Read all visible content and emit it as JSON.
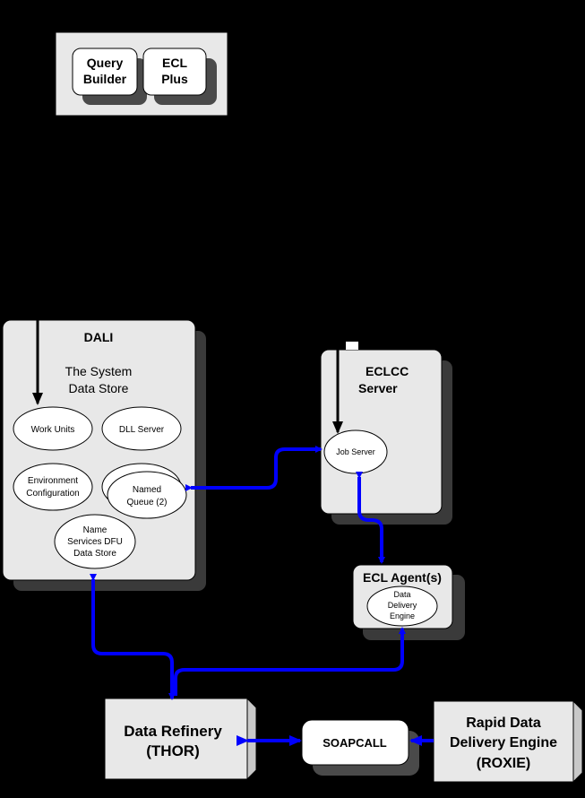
{
  "colors": {
    "background": "#000000",
    "box_fill": "#e8e8e8",
    "shadow": "#3a3a3a",
    "ellipse_fill": "#ffffff",
    "connector_blue": "#0000ff",
    "arrow_black": "#000000"
  },
  "tools_panel": {
    "query_builder": [
      "Query",
      "Builder"
    ],
    "ecl_plus": [
      "ECL",
      "Plus"
    ]
  },
  "dali": {
    "title": "DALI",
    "subtitle": [
      "The System",
      "Data Store"
    ],
    "work_units": "Work Units",
    "dll_server": "DLL Server",
    "environment": [
      "Environment",
      "Configuration"
    ],
    "named_queue": [
      "Named",
      "Queue (2)"
    ],
    "name_services": [
      "Name",
      "Services DFU",
      "Data Store"
    ]
  },
  "eclcc": {
    "title": [
      "ECLCC",
      "Server"
    ],
    "job_server": "Job Server"
  },
  "ecl_agent": {
    "title": "ECL Agent(s)",
    "engine": [
      "Data",
      "Delivery",
      "Engine"
    ]
  },
  "thor": [
    "Data Refinery",
    "(THOR)"
  ],
  "soapcall": "SOAPCALL",
  "roxie": [
    "Rapid Data",
    "Delivery Engine",
    "(ROXIE)"
  ]
}
